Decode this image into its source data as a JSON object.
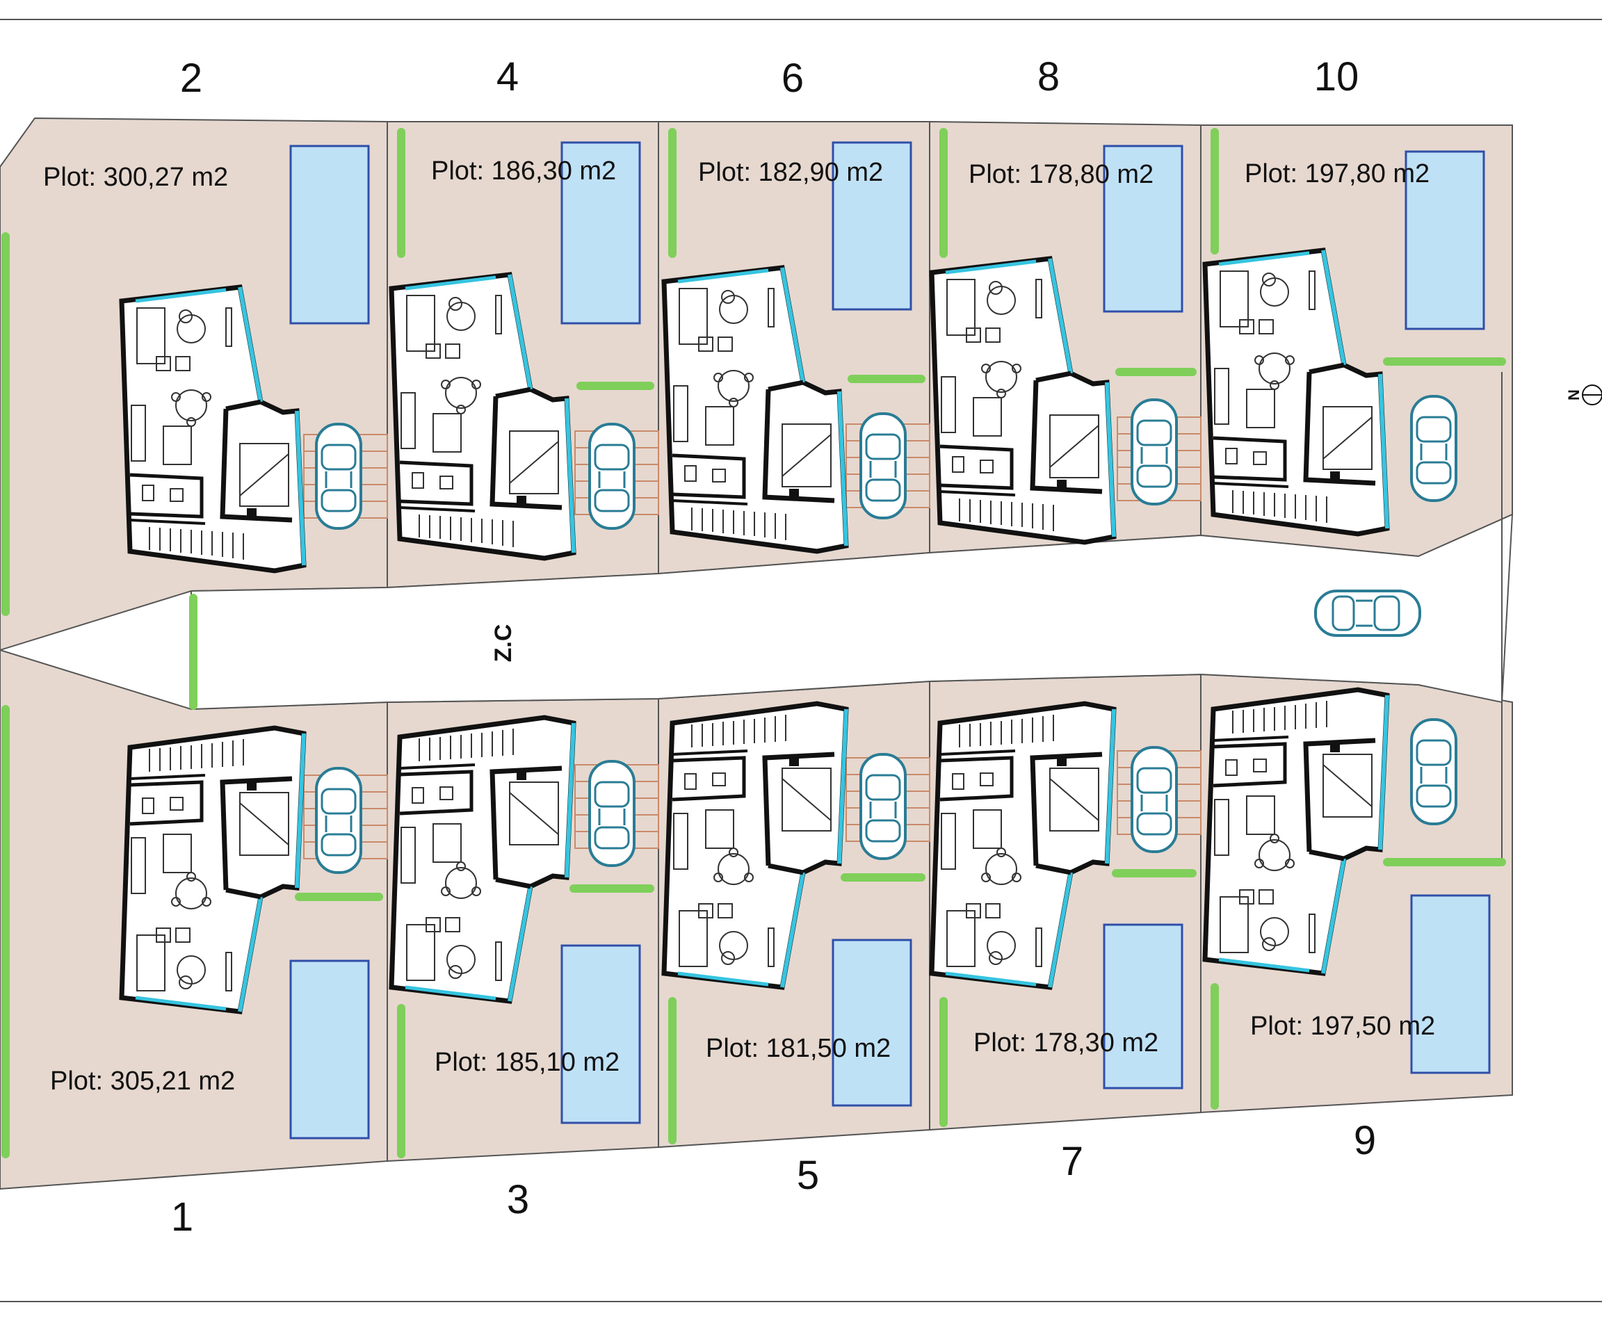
{
  "plan": {
    "street_label": "Z.C",
    "north_label": "N",
    "colors": {
      "plot_fill": "#e6d8cf",
      "pool_fill": "#bfe1f6",
      "pool_stroke": "#2f4fa8",
      "wall": "#111111",
      "glazing": "#36c4e0",
      "hedge": "#7fcf5a",
      "car_stroke": "#2a7c95",
      "parking_stroke": "#c98a6a"
    },
    "plots": [
      {
        "number": "2",
        "area": "Plot: 300,27 m2"
      },
      {
        "number": "4",
        "area": "Plot: 186,30 m2"
      },
      {
        "number": "6",
        "area": "Plot: 182,90 m2"
      },
      {
        "number": "8",
        "area": "Plot: 178,80 m2"
      },
      {
        "number": "10",
        "area": "Plot: 197,80 m2"
      },
      {
        "number": "1",
        "area": "Plot: 305,21 m2"
      },
      {
        "number": "3",
        "area": "Plot: 185,10 m2"
      },
      {
        "number": "5",
        "area": "Plot: 181,50 m2"
      },
      {
        "number": "7",
        "area": "Plot: 178,30 m2"
      },
      {
        "number": "9",
        "area": "Plot: 197,50 m2"
      }
    ]
  }
}
